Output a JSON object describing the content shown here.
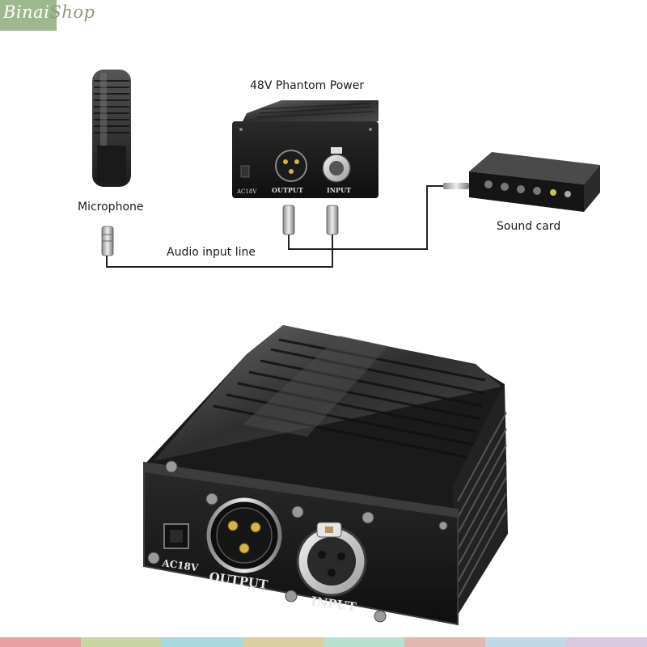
{
  "logo": {
    "part1": "Binai",
    "part2": "Shop"
  },
  "diagram": {
    "phantom_power_label": "48V Phantom Power",
    "microphone_label": "Microphone",
    "sound_card_label": "Sound card",
    "audio_line_label": "Audio input line",
    "small_unit": {
      "ac_label": "AC18V",
      "output_label": "OUTPUT",
      "input_label": "INPUT"
    }
  },
  "product": {
    "ac_label": "AC18V",
    "output_label": "OUTPUT",
    "input_label": "INPUT"
  },
  "colors": {
    "logo_green": "#9eb88e",
    "device_black": "#1c1c1c",
    "strip": [
      "#e8a0a0",
      "#c9d6a3",
      "#a8d8e0",
      "#d9cfa0",
      "#b8e0d0",
      "#e0b8b0",
      "#c0d8e8",
      "#d8c8e0"
    ]
  }
}
